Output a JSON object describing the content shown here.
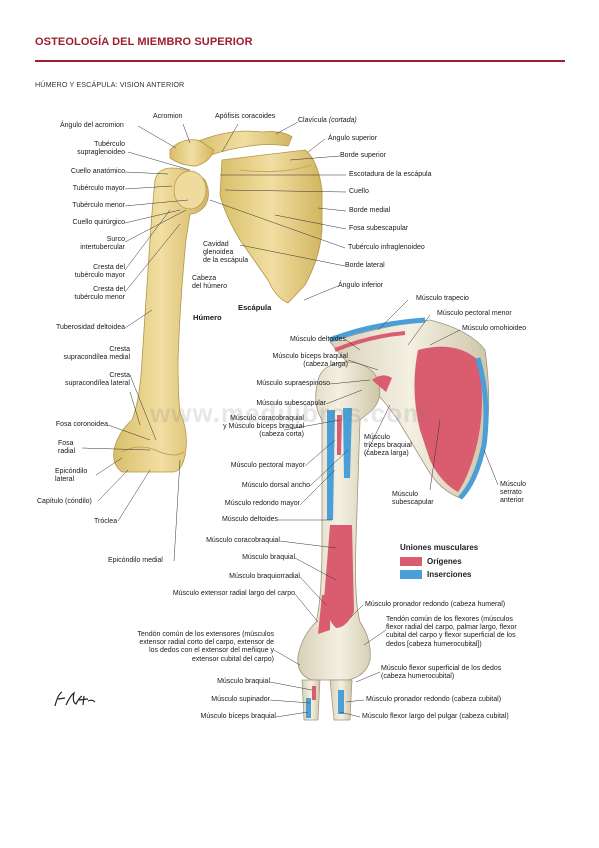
{
  "header": {
    "title": "OSTEOLOGÍA DEL MIEMBRO SUPERIOR",
    "subtitle": "HÚMERO Y ESCÁPULA: VISION ANTERIOR"
  },
  "watermark": "www.medilibros.com",
  "signature": "F. Netter",
  "colors": {
    "brand": "#9c1f2e",
    "bone": "#e8d48f",
    "origin": "#d95d6f",
    "insertion": "#4a9fd8"
  },
  "bone_labels": {
    "angulo_acromion": "Ángulo del acromion",
    "acromion": "Acromion",
    "apofisis_coracoides": "Apófisis coracoides",
    "clavicula": "Clavícula",
    "clavicula_note": "(cortada)",
    "tuberculo_supraglenoideo": "Tubérculo\nsupraglenoideo",
    "angulo_superior": "Ángulo superior",
    "cuello_anatomico": "Cuello anatómico",
    "borde_superior": "Borde superior",
    "escotadura": "Escotadura de la escápula",
    "tuberculo_mayor": "Tubérculo mayor",
    "cuello": "Cuello",
    "tuberculo_menor": "Tubérculo menor",
    "borde_medial": "Borde medial",
    "cuello_quirurgico": "Cuello quirúrgico",
    "fosa_subescapular": "Fosa subescapular",
    "surco_intertubercular": "Surco\nintertubercular",
    "cavidad_glenoidea": "Cavidad\nglenoidea\nde la escápula",
    "tuberculo_infraglenoideo": "Tubérculo infraglenoideo",
    "cresta_tuberculo_mayor": "Cresta del\ntubérculo mayor",
    "borde_lateral": "Borde lateral",
    "cabeza_humero": "Cabeza\ndel húmero",
    "cresta_tuberculo_menor": "Cresta del\ntubérculo menor",
    "angulo_inferior": "Ángulo inferior",
    "escapula": "Escápula",
    "tuberosidad_deltoidea": "Tuberosidad deltoidea",
    "humero": "Húmero",
    "cresta_supracondilea_medial": "Cresta\nsupracondílea medial",
    "cresta_supracondilea_lateral": "Cresta\nsupracondílea lateral",
    "fosa_coronoidea": "Fosa coronoidea",
    "fosa_radial": "Fosa\nradial",
    "epicondilo_lateral": "Epicóndilo\nlateral",
    "capitulo": "Capítulo (cóndilo)",
    "troclea": "Tróclea",
    "epicondilo_medial": "Epicóndilo medial"
  },
  "muscle_labels": {
    "trapecio": "Músculo trapecio",
    "pectoral_menor": "Músculo pectoral menor",
    "omohioideo": "Músculo omohioideo",
    "deltoides_top": "Músculo deltoides",
    "biceps_larga": "Músculo bíceps braquial\n(cabeza larga)",
    "supraespinoso": "Músculo supraespinoso",
    "subescapular_left": "Músculo subescapular",
    "coracobraquial_biceps": "Músculo coracobraquial\ny Músculo bíceps braquial\n(cabeza corta)",
    "pectoral_mayor": "Músculo pectoral mayor",
    "dorsal_ancho": "Músculo dorsal ancho",
    "redondo_mayor": "Músculo redondo mayor",
    "deltoides_bottom": "Músculo deltoides",
    "coracobraquial": "Músculo coracobraquial",
    "braquial": "Músculo braquial",
    "braquiorradial": "Músculo braquiorradial",
    "extensor_radial": "Músculo extensor radial largo del carpo",
    "triceps_larga": "Músculo\ntríceps braquial\n(cabeza larga)",
    "subescapular_right": "Músculo\nsubescapular",
    "serrato": "Músculo\nserrato\nanterior",
    "pronador_humeral": "Músculo pronador redondo (cabeza humeral)",
    "tendon_flexores": "Tendón común de los flexores (músculos\nflexor radial del carpo, palmar largo, flexor\ncubital del carpo y flexor superficial de los\ndedos [cabeza humerocubital])",
    "tendon_extensores": "Tendón común de los extensores (músculos\nextensor radial corto del carpo, extensor de\nlos dedos con el extensor del meñique y\nextensor cubital del carpo)",
    "flexor_superficial": "Músculo flexor superficial de los dedos\n(cabeza humerocubital)",
    "braquial_bottom": "Músculo braquial",
    "pronador_cubital": "Músculo pronador redondo (cabeza cubital)",
    "supinador": "Músculo supinador",
    "biceps_bottom": "Músculo bíceps braquial",
    "flexor_pulgar": "Músculo flexor largo del pulgar (cabeza cubital)"
  },
  "legend": {
    "title": "Uniones musculares",
    "items": [
      {
        "label": "Orígenes",
        "color": "#d95d6f"
      },
      {
        "label": "Inserciones",
        "color": "#4a9fd8"
      }
    ]
  }
}
